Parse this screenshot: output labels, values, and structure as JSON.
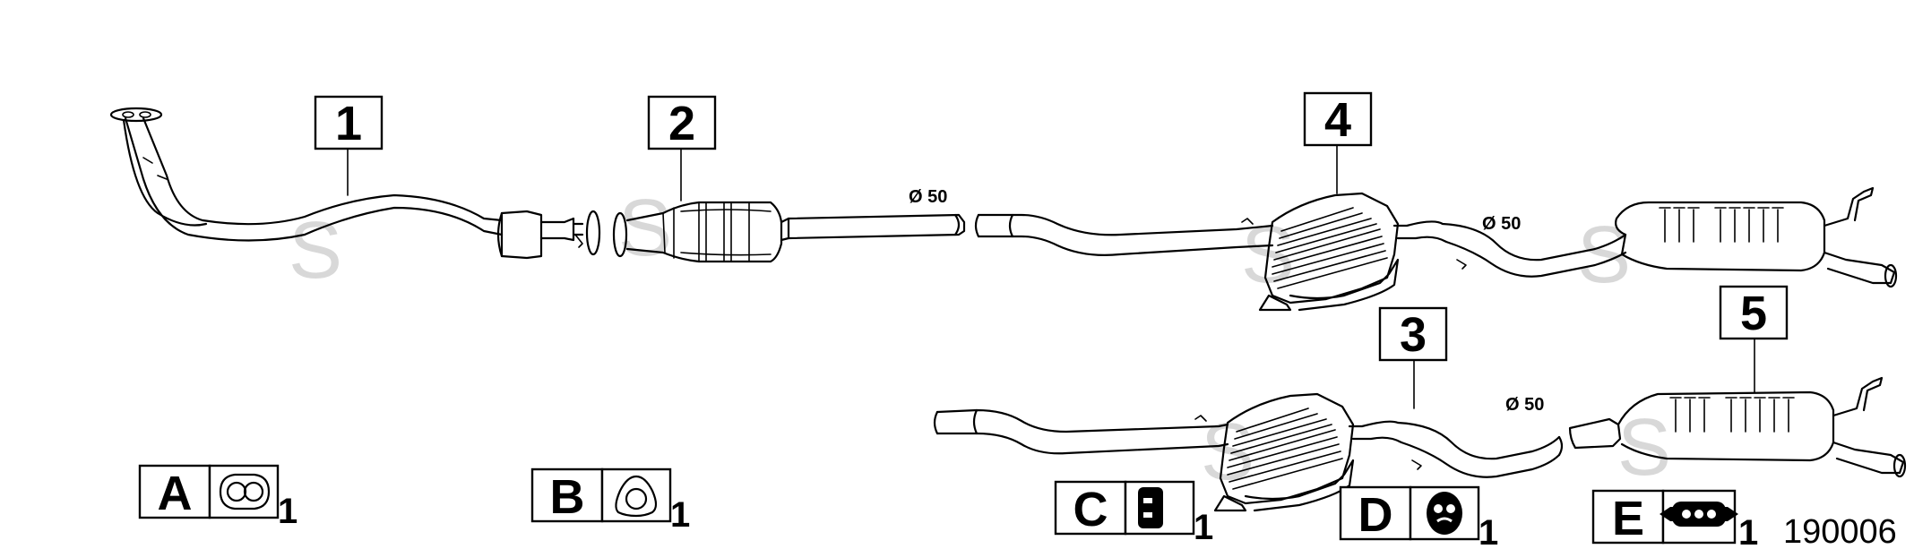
{
  "watermark": "S",
  "callouts": [
    {
      "id": "1",
      "label": "1"
    },
    {
      "id": "2",
      "label": "2"
    },
    {
      "id": "3",
      "label": "3"
    },
    {
      "id": "4",
      "label": "4"
    },
    {
      "id": "5",
      "label": "5"
    }
  ],
  "diameters": [
    {
      "label": "Ø 50"
    },
    {
      "label": "Ø 50"
    },
    {
      "label": "Ø 50"
    }
  ],
  "fittings": [
    {
      "letter": "A",
      "icon": "double-ring-gasket-icon",
      "qty": "1"
    },
    {
      "letter": "B",
      "icon": "triangle-flange-gasket-icon",
      "qty": "1"
    },
    {
      "letter": "C",
      "icon": "rubber-block-hanger-icon",
      "qty": "1"
    },
    {
      "letter": "D",
      "icon": "rubber-ring-hanger-icon",
      "qty": "1"
    },
    {
      "letter": "E",
      "icon": "rubber-strap-hanger-icon",
      "qty": "1"
    }
  ],
  "drawing_number": "190006",
  "colors": {
    "line": "#000000",
    "watermark": "#d8d8d8",
    "background": "#ffffff"
  }
}
